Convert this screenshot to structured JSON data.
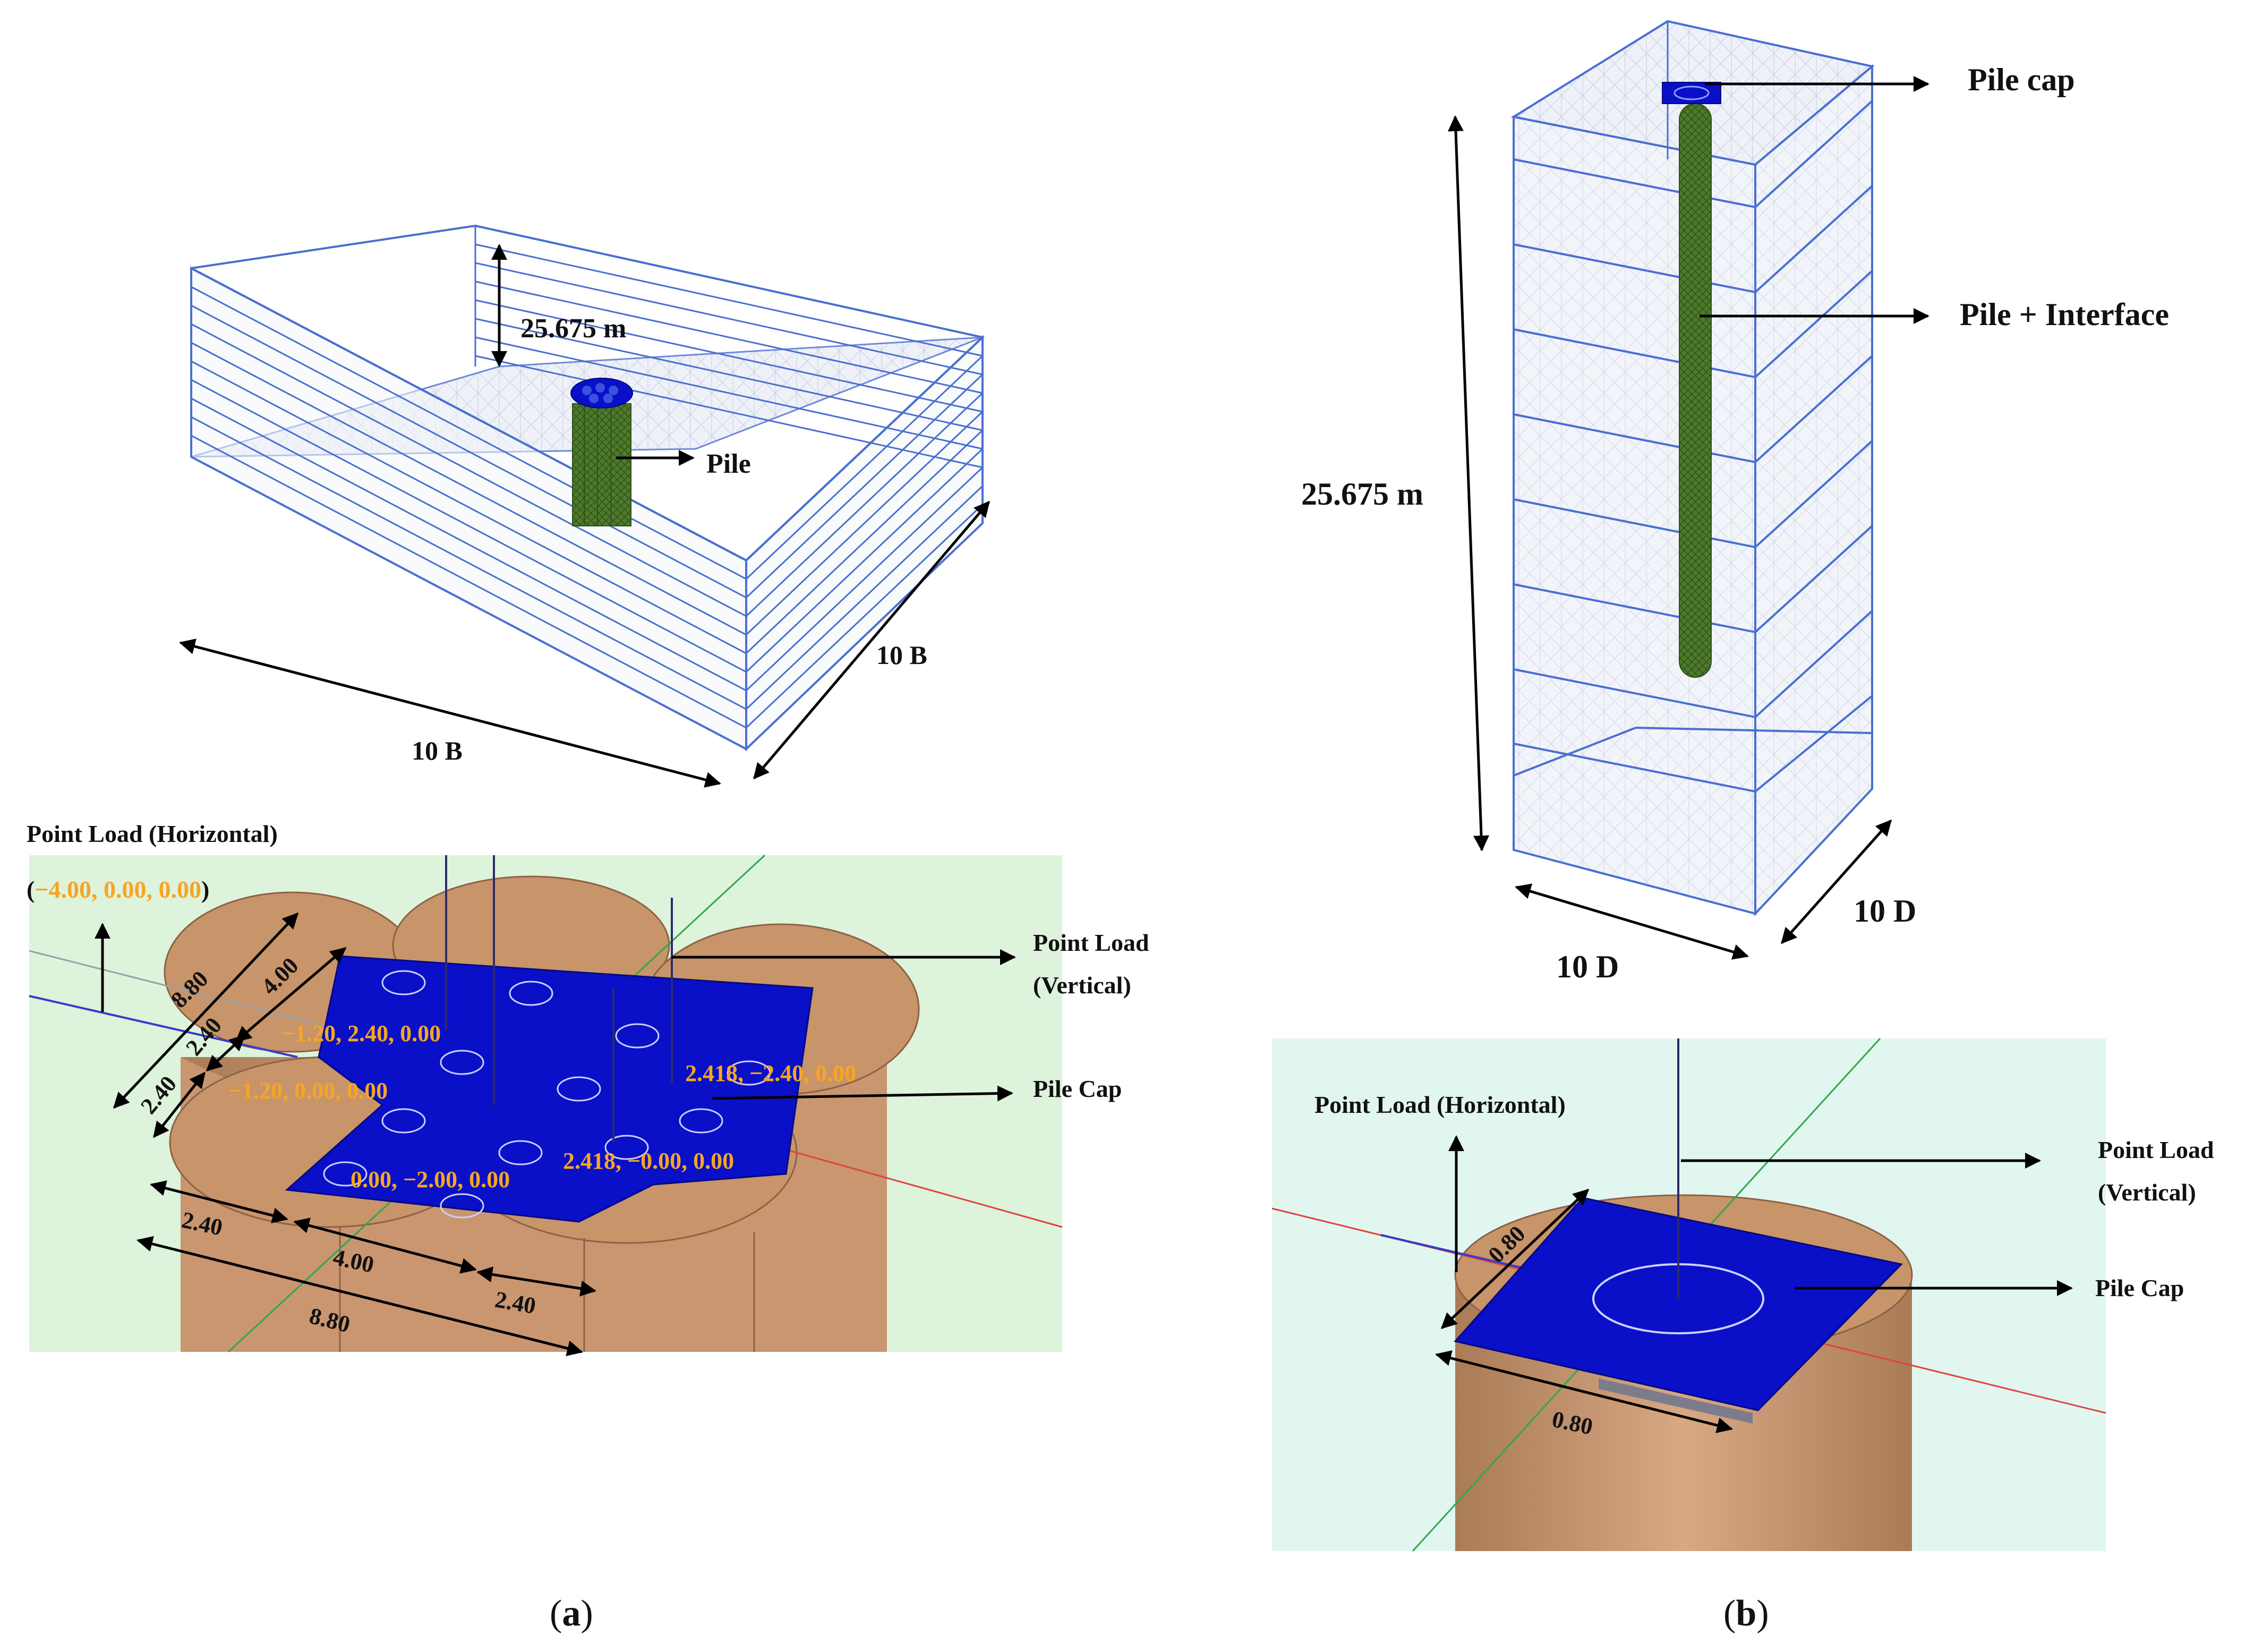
{
  "panel_a": {
    "caption_letter": "a",
    "model": {
      "depth_label": "25.675 m",
      "pile_label": "Pile",
      "width_label_x": "10 B",
      "width_label_y": "10 B"
    },
    "detail": {
      "horizontal_load_label": "Point Load (Horizontal)",
      "horizontal_load_coords": "4.00, 0.00, 0.00",
      "horizontal_load_open": "(",
      "horizontal_load_minus": "−",
      "horizontal_load_close": ")",
      "vertical_load_label_1": "Point Load",
      "vertical_load_label_2": "(Vertical)",
      "pile_cap_label": "Pile Cap",
      "coords": [
        "−1.20, 2.40, 0.00",
        "−1.20, 0.00, 0.00",
        "2.418, −2.40, 0.00",
        "2.418, −0.00, 0.00",
        "0.00, −2.00, 0.00"
      ],
      "dims": {
        "d880_left": "8.80",
        "d400_left": "4.00",
        "d240_left_a": "2.40",
        "d240_left_b": "2.40",
        "d240_bottom_a": "2.40",
        "d400_bottom": "4.00",
        "d240_bottom_b": "2.40",
        "d880_bottom": "8.80"
      }
    }
  },
  "panel_b": {
    "caption_letter": "b",
    "model": {
      "pile_cap_label": "Pile cap",
      "pile_interface_label": "Pile + Interface",
      "depth_label": "25.675 m",
      "width_label_x": "10 D",
      "width_label_y": "10 D"
    },
    "detail": {
      "horizontal_load_label": "Point Load (Horizontal)",
      "vertical_load_label_1": "Point Load",
      "vertical_load_label_2": "(Vertical)",
      "pile_cap_label": "Pile Cap",
      "dim_side": "0.80",
      "dim_bottom": "0.80"
    }
  },
  "colors": {
    "mesh": "#4a6fd1",
    "mesh_fill": "#dfe6f5",
    "pile": "#4e7a2c",
    "cap": "#0a10c8",
    "soil": "#c8946a",
    "bg_green": "#def3dc",
    "coord_text": "#f5a623"
  }
}
